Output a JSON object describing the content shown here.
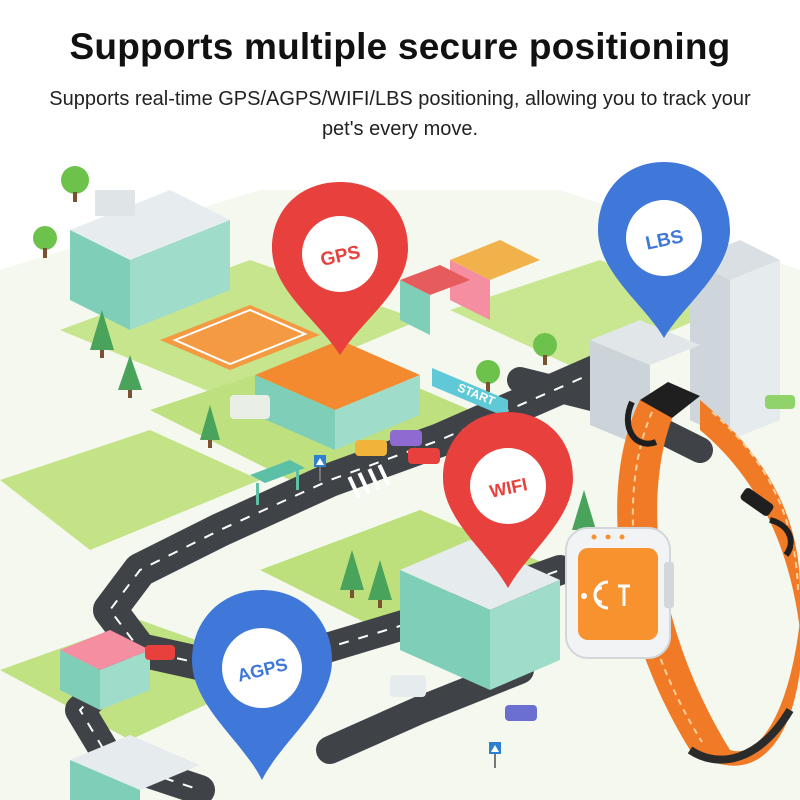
{
  "headline": "Supports multiple secure positioning",
  "subline": "Supports real-time GPS/AGPS/WIFI/LBS positioning, allowing you to track your pet's every move.",
  "pins": {
    "gps": {
      "label": "GPS",
      "color": "#e8403c"
    },
    "lbs": {
      "label": "LBS",
      "color": "#3f78d8"
    },
    "wifi": {
      "label": "WIFI",
      "color": "#e8403c"
    },
    "agps": {
      "label": "AGPS",
      "color": "#3f78d8"
    }
  },
  "road_sign": "START",
  "colors": {
    "collar": "#f07a25",
    "device_face": "#f7922e",
    "grass": "#b9e07a",
    "road": "#3f4347",
    "building_teal": "#7fcfb8"
  },
  "icons": [
    "gps-tracker-device",
    "pet-collar",
    "location-pin",
    "tree",
    "road-sign"
  ]
}
